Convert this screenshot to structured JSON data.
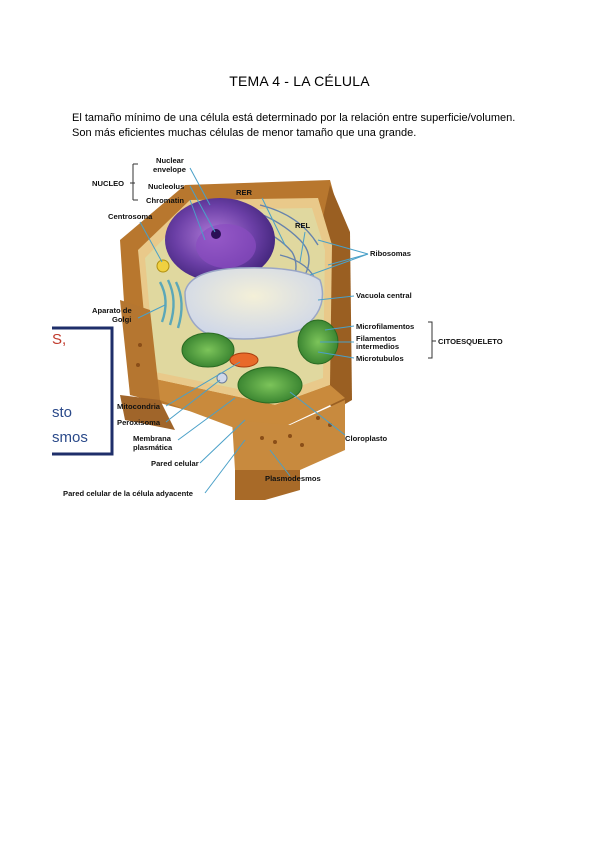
{
  "page": {
    "title": "TEMA 4 - LA CÉLULA",
    "paragraph": [
      "El tamaño mínimo de una célula está determinado por la relación entre superficie/volumen.",
      "Son más eficientes muchas células de menor tamaño que una grande."
    ]
  },
  "diagram": {
    "labels": {
      "nucleo": "NUCLEO",
      "nuclear_envelope_1": "Nuclear",
      "nuclear_envelope_2": "envelope",
      "nucleolus": "Nucleolus",
      "chromatin": "Chromatin",
      "rer": "RER",
      "rel": "REL",
      "centrosoma": "Centrosoma",
      "ribosomas": "Ribosomas",
      "aparato_golgi_1": "Aparato de",
      "aparato_golgi_2": "Golgi",
      "vacuola_central": "Vacuola central",
      "microfilamentos": "Microfilamentos",
      "filamentos_1": "Filamentos",
      "filamentos_2": "intermedios",
      "microtubulos": "Microtubulos",
      "citoesqueleto": "CITOESQUELETO",
      "mitocondria": "Mitocondria",
      "peroxisoma": "Peroxisoma",
      "membrana_1": "Membrana",
      "membrana_2": "plasmática",
      "cloroplasto": "Cloroplasto",
      "pared_celular": "Pared celular",
      "plasmodesmos": "Plasmodesmos",
      "pared_adyacente": "Pared celular de la célula adyacente"
    },
    "overlay_fragments": {
      "frag1": "S,",
      "frag2": "sto",
      "frag3": "smos"
    },
    "colors": {
      "wall": "#c98a3c",
      "nucleus": "#6a4aa8",
      "chloroplast": "#4a9a3a",
      "leader_line": "#4aa0c8",
      "overlay_frame": "#1f2f6a",
      "overlay_text": "#2b4a8a"
    }
  }
}
